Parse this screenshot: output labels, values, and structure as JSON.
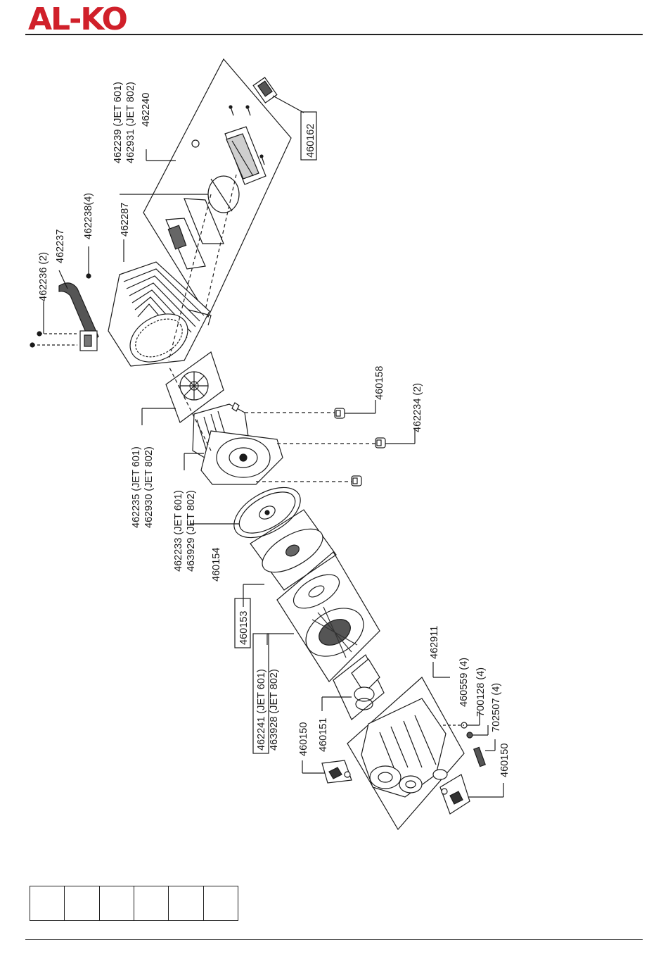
{
  "brand": {
    "logo_text": "AL-KO"
  },
  "callouts": {
    "c460162": "460162",
    "c462239": "462239 (JET 601)",
    "c462931": "462931 (JET 802)",
    "c462240": "462240",
    "c462238": "462238(4)",
    "c462287": "462287",
    "c462236": "462236 (2)",
    "c462237": "462237",
    "c460158": "460158",
    "c462234": "462234 (2)",
    "c462235": "462235 (JET 601)",
    "c462930": "462930 (JET 802)",
    "c462233": "462233 (JET 601)",
    "c463929": "463929 (JET 802)",
    "c460154": "460154",
    "c460153": "460153",
    "c462911": "462911",
    "c462241": "462241 (JET 601)",
    "c463928": "463928 (JET 802)",
    "c460150a": "460150",
    "c460151": "460151",
    "c460559": "460559 (4)",
    "c700128": "700128 (4)",
    "c702507": "702507 (4)",
    "c460150b": "460150"
  },
  "colors": {
    "brand_red": "#d0202a",
    "line": "#1a1a1a"
  }
}
